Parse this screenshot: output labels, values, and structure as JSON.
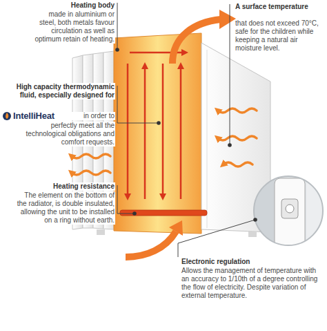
{
  "diagram": {
    "labels": [
      "Heating body",
      "made in aluminium or steel, both metals favour circulation as well as optimum retain of heating.",
      "A surface temperature",
      "that does not exceed 70°C, safe for the children while keeping a natural air moisture level.",
      "High capacity thermodynamic fluid, especially designed for",
      "IntelliHeat",
      "in order to",
      "perfectly meet all the technological obligations and comfort requests.",
      "Heating resistance",
      "The element on the bottom of the radiator, is double insulated, allowing the unit to be installed on a ring without earth.",
      "Electronic regulation",
      "Allows the management of temperature with an accuracy to 1/10th of a degree controlling the flow of electricity. Despite variation of external temperature."
    ]
  }
}
